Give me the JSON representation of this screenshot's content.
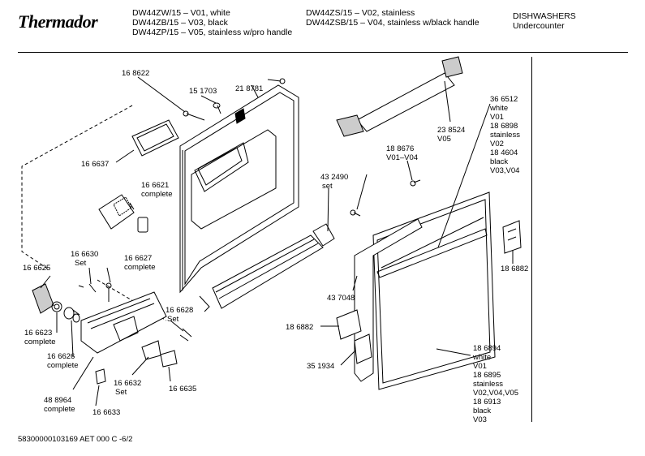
{
  "header": {
    "brand": "Thermador",
    "models_left": [
      "DW44ZW/15 – V01, white",
      "DW44ZB/15 – V03, black",
      "DW44ZP/15 – V05, stainless w/pro handle"
    ],
    "models_right": [
      "DW44ZS/15 – V02, stainless",
      "DW44ZSB/15 – V04, stainless w/black handle"
    ],
    "category": [
      "DISHWASHERS",
      "Undercounter"
    ]
  },
  "parts": {
    "p168622": "16 8622",
    "p151703": "15 1703",
    "p218781": "21 8781",
    "p166637": "16 6637",
    "p166621": [
      "16 6621",
      "complete"
    ],
    "p166630": [
      "16 6630",
      "Set"
    ],
    "p166627": [
      "16 6627",
      "complete"
    ],
    "p166625": "16 6625",
    "p166623": [
      "16 6623",
      "complete"
    ],
    "p166626": [
      "16 6626",
      "complete"
    ],
    "p166628": [
      "16 6628",
      "Set"
    ],
    "p166632": [
      "16 6632",
      "Set"
    ],
    "p166635": "16 6635",
    "p488964": [
      "48 8964",
      "complete"
    ],
    "p166633": "16 6633",
    "p432490": [
      "43 2490",
      "set"
    ],
    "p188676": [
      "18 8676",
      "V01–V04"
    ],
    "p238524": [
      "23 8524",
      "V05"
    ],
    "p366512": [
      "36 6512",
      "white",
      "V01",
      "18 6898",
      "stainless",
      "V02",
      "18 4604",
      "black",
      "V03,V04"
    ],
    "p437048": "43 7048",
    "p188682a": "18 6882",
    "p188682b": "18 6882",
    "p351934": "35 1934",
    "p186894": [
      "18 6894",
      "white",
      "V01",
      "18 6895",
      "stainless",
      "V02,V04,V05",
      "18 6913",
      "black",
      "V03"
    ]
  },
  "footer": {
    "doc_code": "58300000103169 AET 000 C -6/2"
  }
}
